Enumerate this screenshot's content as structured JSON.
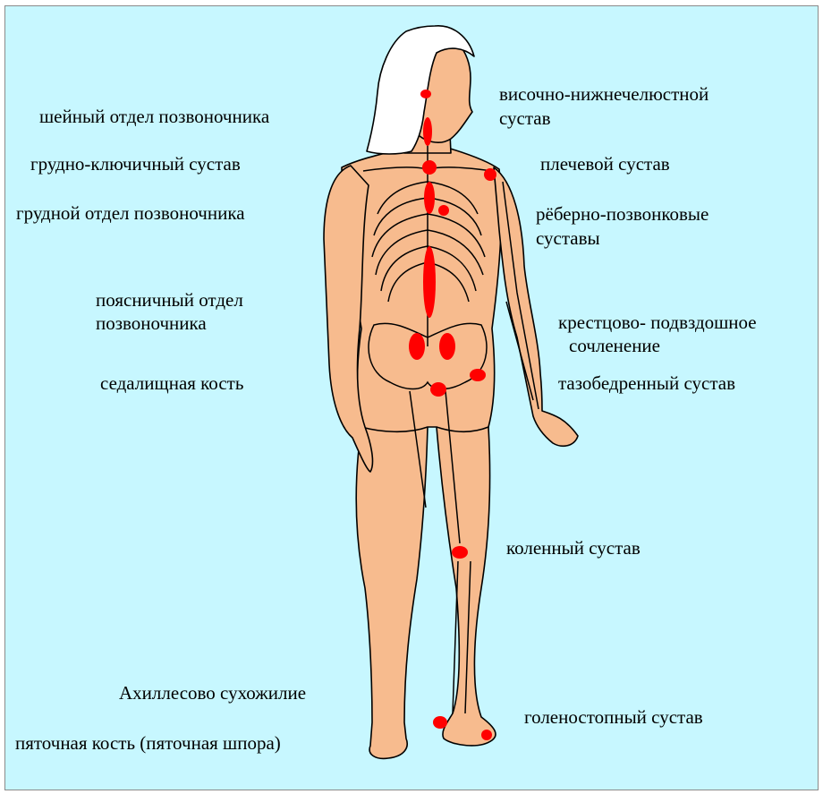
{
  "colors": {
    "background": "#c7f7ff",
    "skin": "#f7bb8e",
    "outline": "#000000",
    "hair": "#ffffff",
    "highlight": "#ff0000"
  },
  "labels": {
    "left": {
      "neck_spine": "шейный отдел позвоночника",
      "sternoclavicular": "грудно-ключичный сустав",
      "thoracic_spine": "грудной отдел позвоночника",
      "lumbar_spine_1": "поясничный отдел",
      "lumbar_spine_2": "позвоночника",
      "ischium": "седалищная кость",
      "achilles": "Ахиллесово сухожилие",
      "heel": "пяточная кость (пяточная шпора)"
    },
    "right": {
      "tmj_1": "височно-нижнечелюстной",
      "tmj_2": "сустав",
      "shoulder": "плечевой сустав",
      "costovertebral_1": "рёберно-позвонковые",
      "costovertebral_2": "суставы",
      "sacroiliac_1": "крестцово- подвздошное",
      "sacroiliac_2": "сочленение",
      "hip": "тазобедренный сустав",
      "knee": "коленный сустав",
      "ankle": "голеностопный сустав"
    }
  }
}
